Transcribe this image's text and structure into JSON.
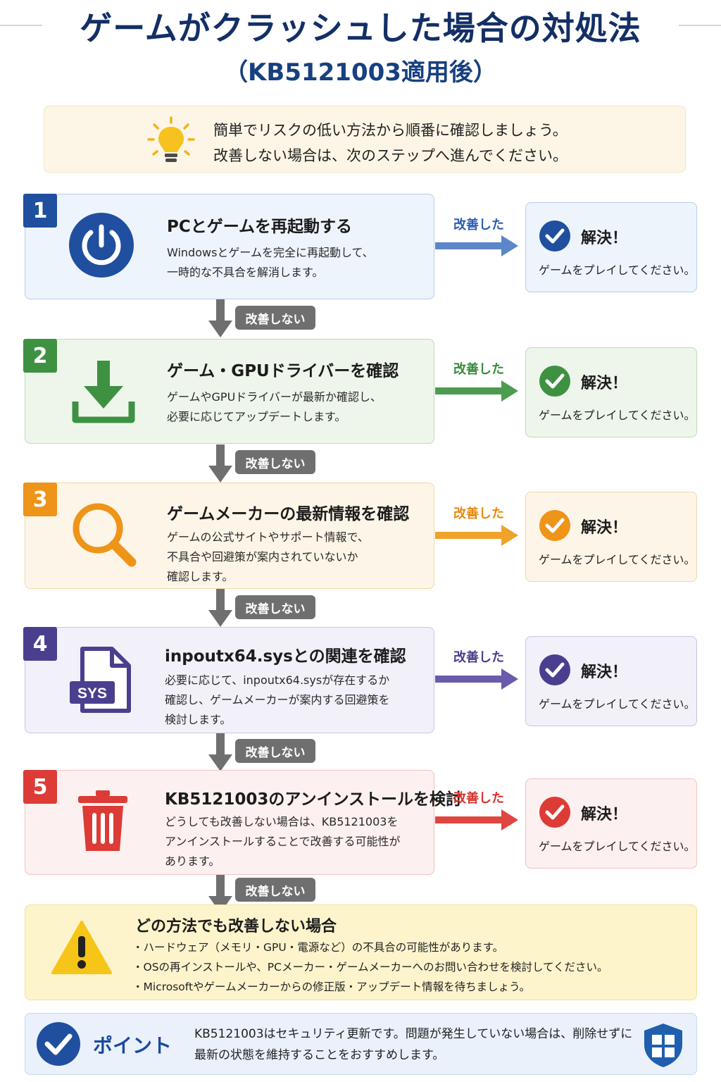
{
  "header": {
    "title": "ゲームがクラッシュした場合の対処法",
    "subtitle": "（KB5121003適用後）"
  },
  "tip": {
    "icon": "light-bulb-icon",
    "line1": "簡単でリスクの低い方法から順番に確認しましょう。",
    "line2": "改善しない場合は、次のステップへ進んでください。"
  },
  "steps": [
    {
      "number": "1",
      "color": "#1f4f9e",
      "icon": "power-icon",
      "title": "PCとゲームを再起動する",
      "desc": [
        "Windowsとゲームを完全に再起動して、",
        "一時的な不具合を解消します。"
      ]
    },
    {
      "number": "2",
      "color": "#3f9142",
      "icon": "download-icon",
      "title": "ゲーム・GPUドライバーを確認",
      "desc": [
        "ゲームやGPUドライバーが最新か確認し、",
        "必要に応じてアップデートします。"
      ]
    },
    {
      "number": "3",
      "color": "#ee9418",
      "icon": "magnifier-icon",
      "title": "ゲームメーカーの最新情報を確認",
      "desc": [
        "ゲームの公式サイトやサポート情報で、",
        "不具合や回避策が案内されていないか",
        "確認します。"
      ]
    },
    {
      "number": "4",
      "color": "#4a3f8f",
      "icon": "sys-file-icon",
      "icon_label": "SYS",
      "title": "inpoutx64.sysとの関連を確認",
      "desc": [
        "必要に応じて、inpoutx64.sysが存在するか",
        "確認し、ゲームメーカーが案内する回避策を",
        "検討します。"
      ]
    },
    {
      "number": "5",
      "color": "#dc3b36",
      "icon": "trash-icon",
      "title": "KB5121003のアンインストールを検討",
      "desc": [
        "どうしても改善しない場合は、KB5121003を",
        "アンインストールすることで改善する可能性が",
        "あります。"
      ]
    }
  ],
  "flow": {
    "improved_label": "改善した",
    "not_improved_label": "改善しない",
    "solved_title": "解決！",
    "solved_message": "ゲームをプレイしてください。"
  },
  "warning": {
    "icon": "warning-icon",
    "title": "どの方法でも改善しない場合",
    "items": [
      "ハードウェア（メモリ・GPU・電源など）の不具合の可能性があります。",
      "OSの再インストールや、PCメーカー・ゲームメーカーへのお問い合わせを検討してください。",
      "Microsoftやゲームメーカーからの修正版・アップデート情報を待ちましょう。"
    ]
  },
  "point": {
    "icon": "check-circle-icon",
    "label": "ポイント",
    "line1": "KB5121003はセキュリティ更新です。問題が発生していない場合は、削除せずに",
    "line2": "最新の状態を維持することをおすすめします。",
    "shield_icon": "windows-shield-icon"
  }
}
